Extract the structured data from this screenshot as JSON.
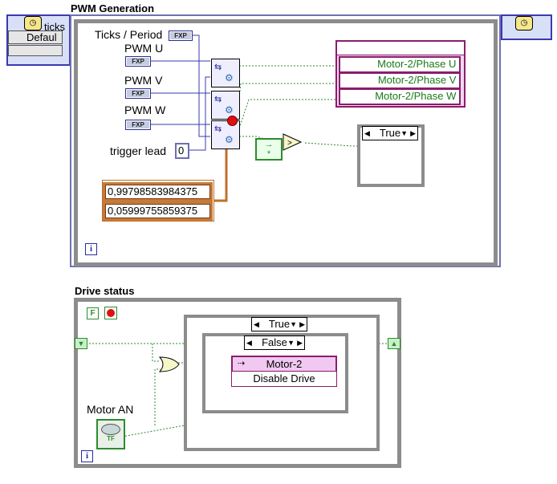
{
  "timed_loop": {
    "ticks_label": "ticks",
    "default_label": "Defaul"
  },
  "pwm_generation": {
    "title": "PWM Generation",
    "ticks_period_label": "Ticks / Period",
    "pwm_u_label": "PWM U",
    "pwm_v_label": "PWM V",
    "pwm_w_label": "PWM W",
    "fxp_tag": "FXP",
    "trigger_lead_label": "trigger lead",
    "trigger_lead_value": "0",
    "array_values": [
      "0,99798583984375",
      "0,05999755859375"
    ],
    "phase_channels": [
      "Motor-2/Phase U",
      "Motor-2/Phase V",
      "Motor-2/Phase W"
    ],
    "case_selector": "True",
    "info_icon": "i"
  },
  "drive_status": {
    "title": "Drive status",
    "stop_const": "F",
    "outer_case_selector": "True",
    "inner_case_selector": "False",
    "drive_module": "Motor-2",
    "drive_property": "Disable Drive",
    "motor_an_label": "Motor AN",
    "tf_tag": "TF",
    "info_icon": "i"
  },
  "colors": {
    "wire_green": "#2e8b2e",
    "wire_orange": "#c0702a",
    "wire_blue": "#3a3ab0",
    "structure_gray": "#8c8c8c",
    "fpga_border": "#8a1d6d"
  }
}
